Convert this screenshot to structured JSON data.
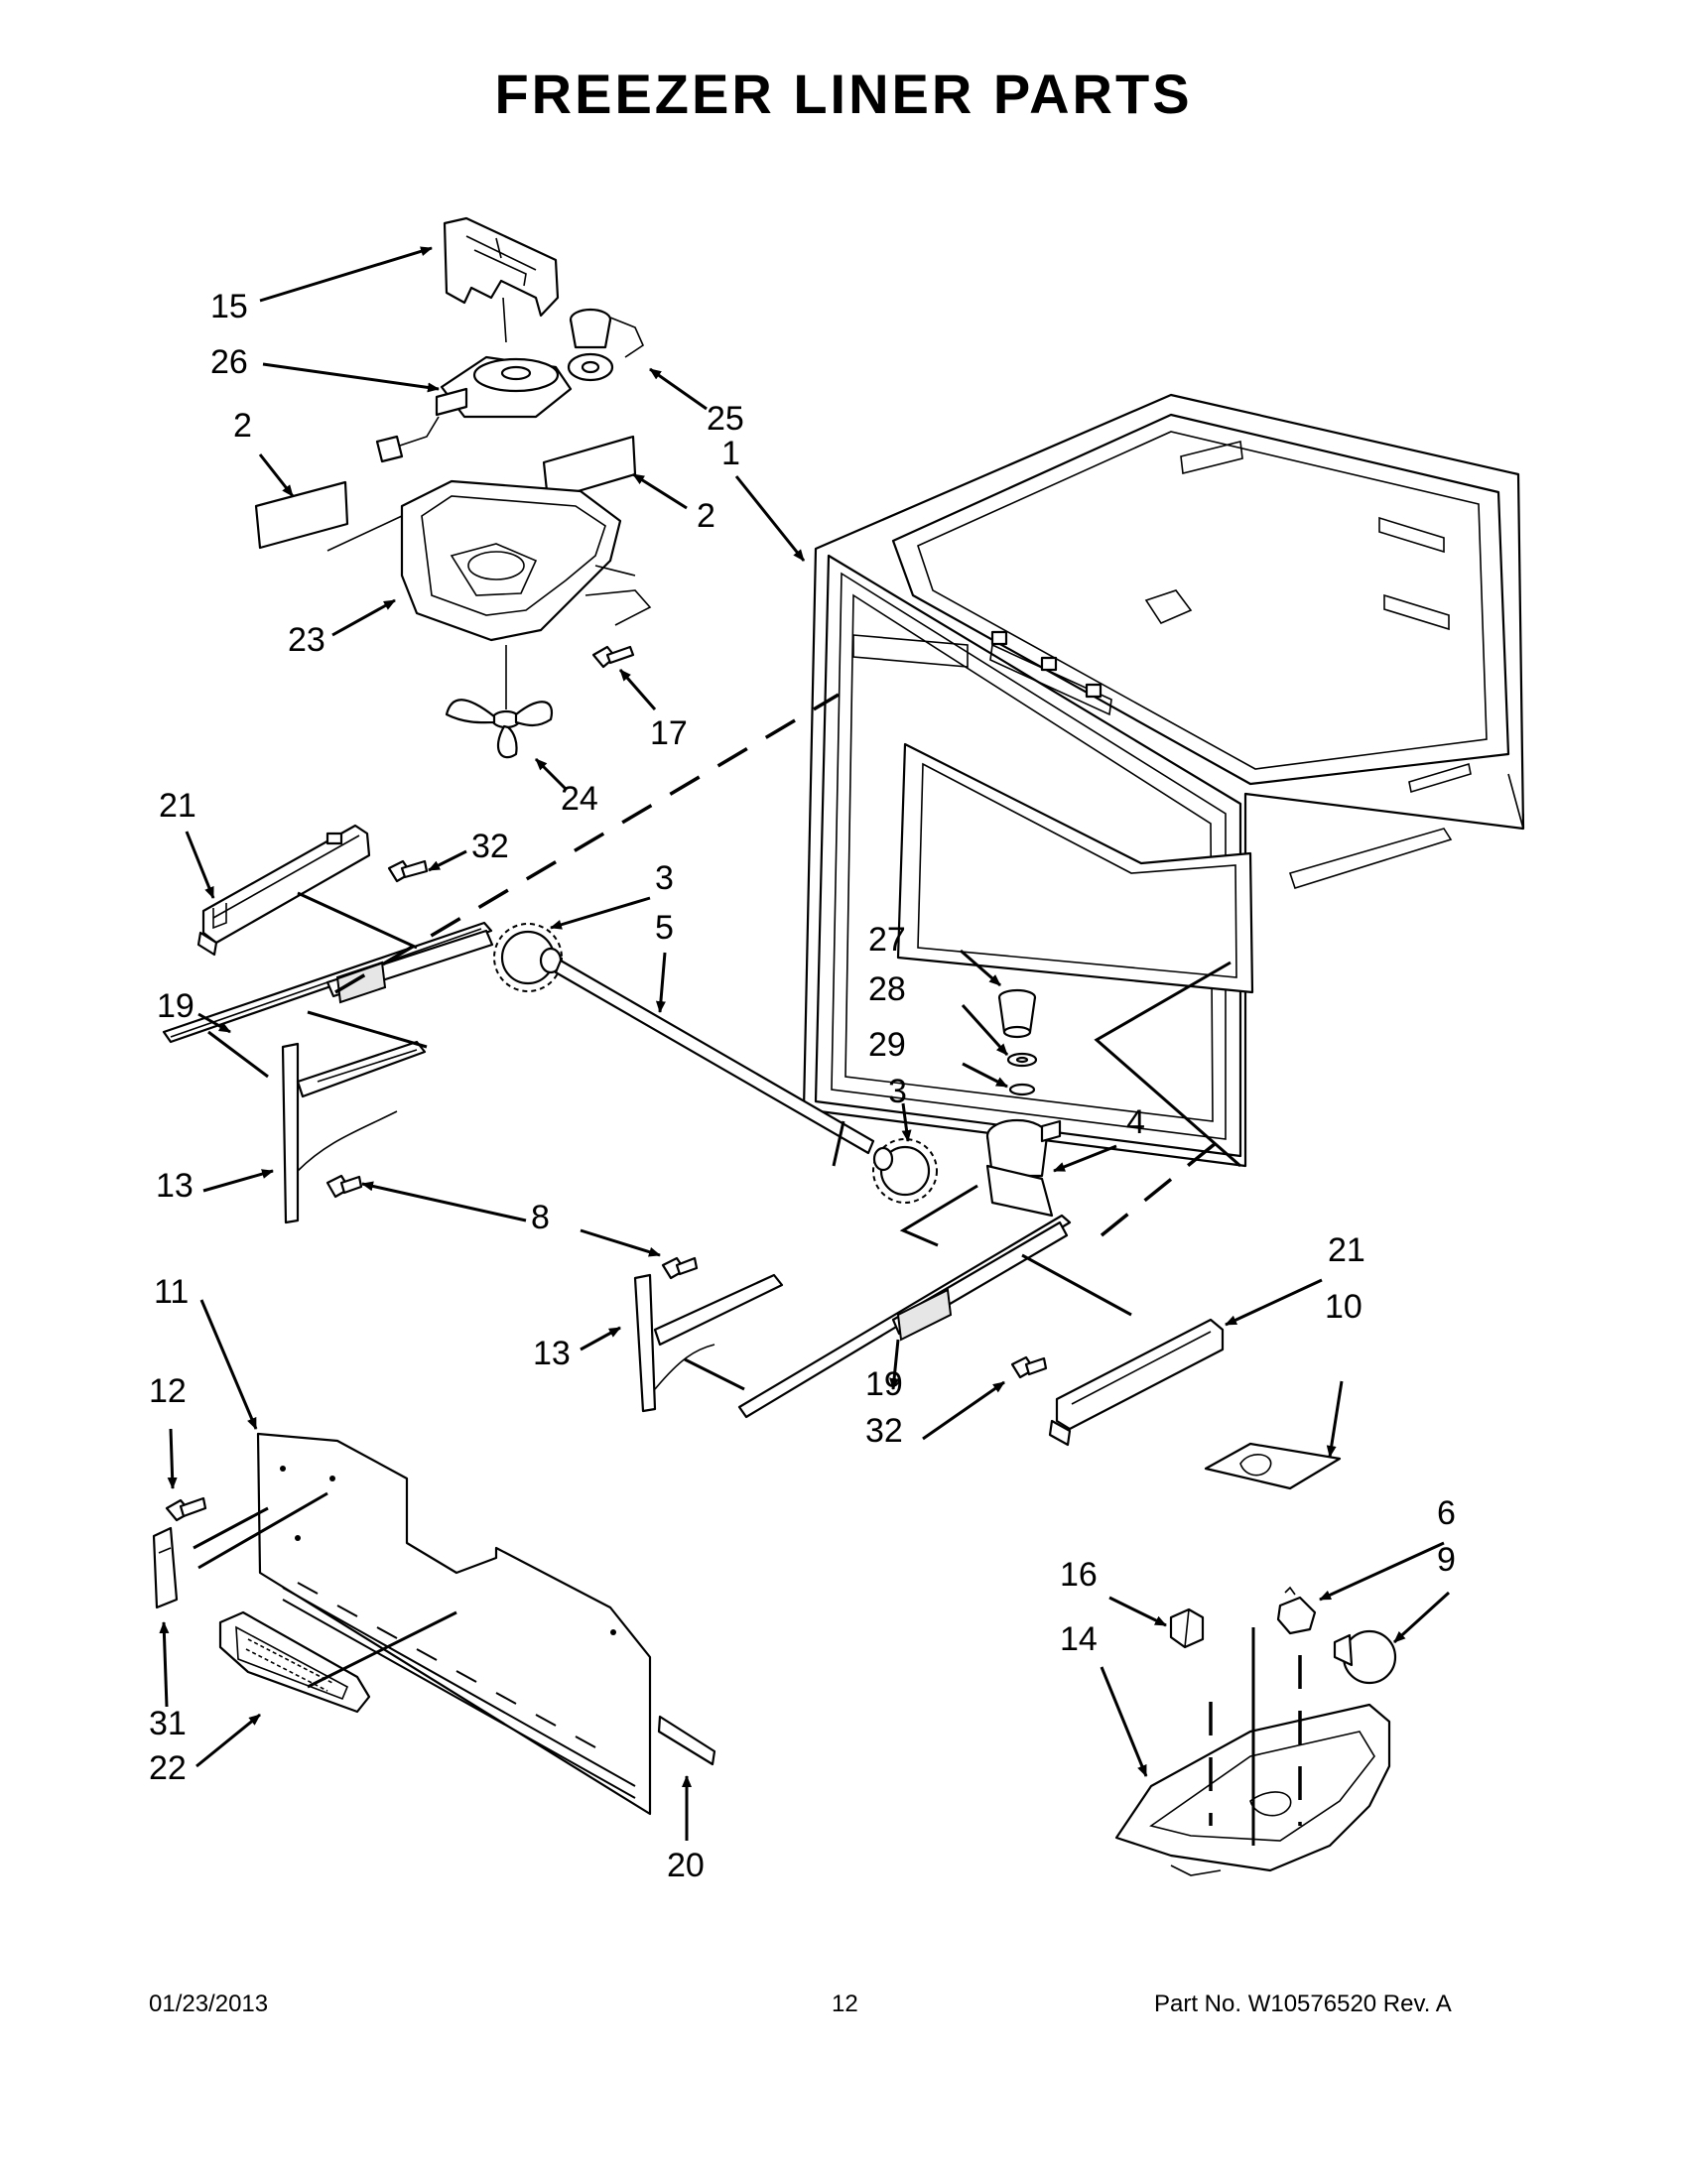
{
  "title": "FREEZER LINER PARTS",
  "callouts": [
    "15",
    "26",
    "2",
    "25",
    "2",
    "1",
    "23",
    "17",
    "24",
    "21",
    "32",
    "3",
    "5",
    "19",
    "27",
    "28",
    "29",
    "3",
    "4",
    "13",
    "8",
    "11",
    "21",
    "10",
    "13",
    "19",
    "32",
    "12",
    "6",
    "9",
    "16",
    "14",
    "31",
    "22",
    "20"
  ],
  "footer": {
    "date": "01/23/2013",
    "page": "12",
    "part_no": "Part No.  W10576520  Rev.  A"
  }
}
